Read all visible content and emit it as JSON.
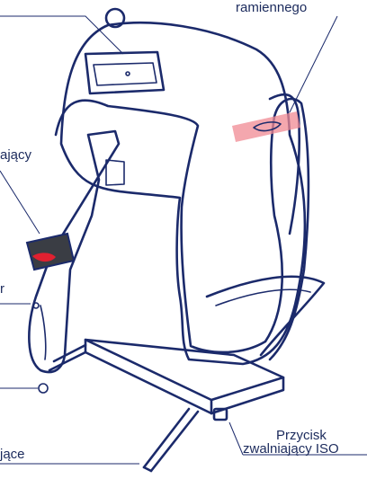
{
  "labels": {
    "shoulder_top": "ramiennego",
    "left_upper": "ający",
    "left_middle": "r",
    "release_button_line1": "Przycisk",
    "release_button_line2": "zwalniający ISO",
    "bottom_left": "jące"
  },
  "colors": {
    "ink": "#1b2a6b",
    "highlight_pink": "#f08a93",
    "highlight_red": "#e02030",
    "text": "#1b2a5c"
  }
}
